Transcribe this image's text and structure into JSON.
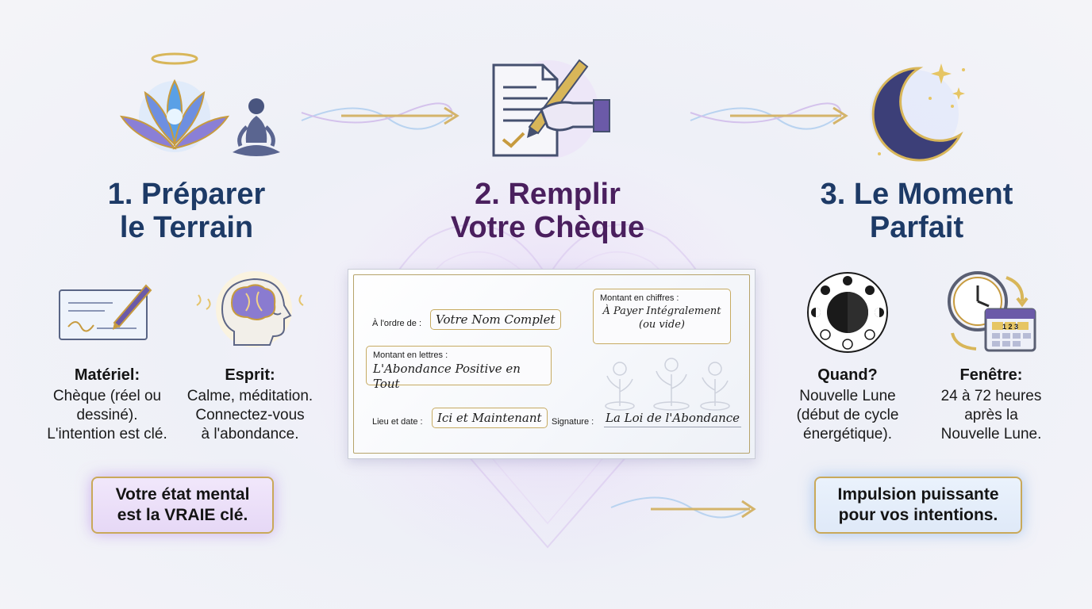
{
  "colors": {
    "title_blue": "#1d3a66",
    "title_purple": "#4a1f5e",
    "gold": "#c9a95a",
    "callout_purple_glow": "#be96eb",
    "callout_blue_glow": "#8cb4eb"
  },
  "steps": [
    {
      "title_line1": "1. Préparer",
      "title_line2": "le Terrain",
      "icon": "lotus-meditation-icon",
      "items": [
        {
          "icon": "cheque-pen-icon",
          "heading": "Matériel:",
          "lines": [
            "Chèque (réel ou",
            "dessiné).",
            "L'intention est clé."
          ]
        },
        {
          "icon": "mind-brain-icon",
          "heading": "Esprit:",
          "lines": [
            "Calme, méditation.",
            "Connectez-vous",
            "à l'abondance."
          ]
        }
      ],
      "callout_line1": "Votre état mental",
      "callout_line2": "est la VRAIE clé."
    },
    {
      "title_line1": "2. Remplir",
      "title_line2": "Votre Chèque",
      "icon": "document-signing-icon"
    },
    {
      "title_line1": "3. Le Moment",
      "title_line2": "Parfait",
      "icon": "crescent-moon-icon",
      "items": [
        {
          "icon": "moon-phases-icon",
          "heading": "Quand?",
          "lines": [
            "Nouvelle Lune",
            "(début de cycle",
            "énergétique)."
          ]
        },
        {
          "icon": "clock-calendar-icon",
          "heading": "Fenêtre:",
          "lines": [
            "24 à 72 heures",
            "après la",
            "Nouvelle Lune."
          ]
        }
      ],
      "callout_line1": "Impulsion puissante",
      "callout_line2": "pour vos intentions."
    }
  ],
  "cheque": {
    "order_label": "À l'ordre de :",
    "order_value": "Votre Nom Complet",
    "amount_digits_label": "Montant en chiffres :",
    "amount_digits_value_line1": "À Payer Intégralement",
    "amount_digits_value_line2": "(ou vide)",
    "amount_words_label": "Montant en lettres :",
    "amount_words_value": "L'Abondance Positive en Tout",
    "place_date_label": "Lieu et date :",
    "place_date_value": "Ici et Maintenant",
    "signature_label": "Signature :",
    "signature_value": "La Loi de l'Abondance",
    "calendar_digits": "1 2 3"
  }
}
